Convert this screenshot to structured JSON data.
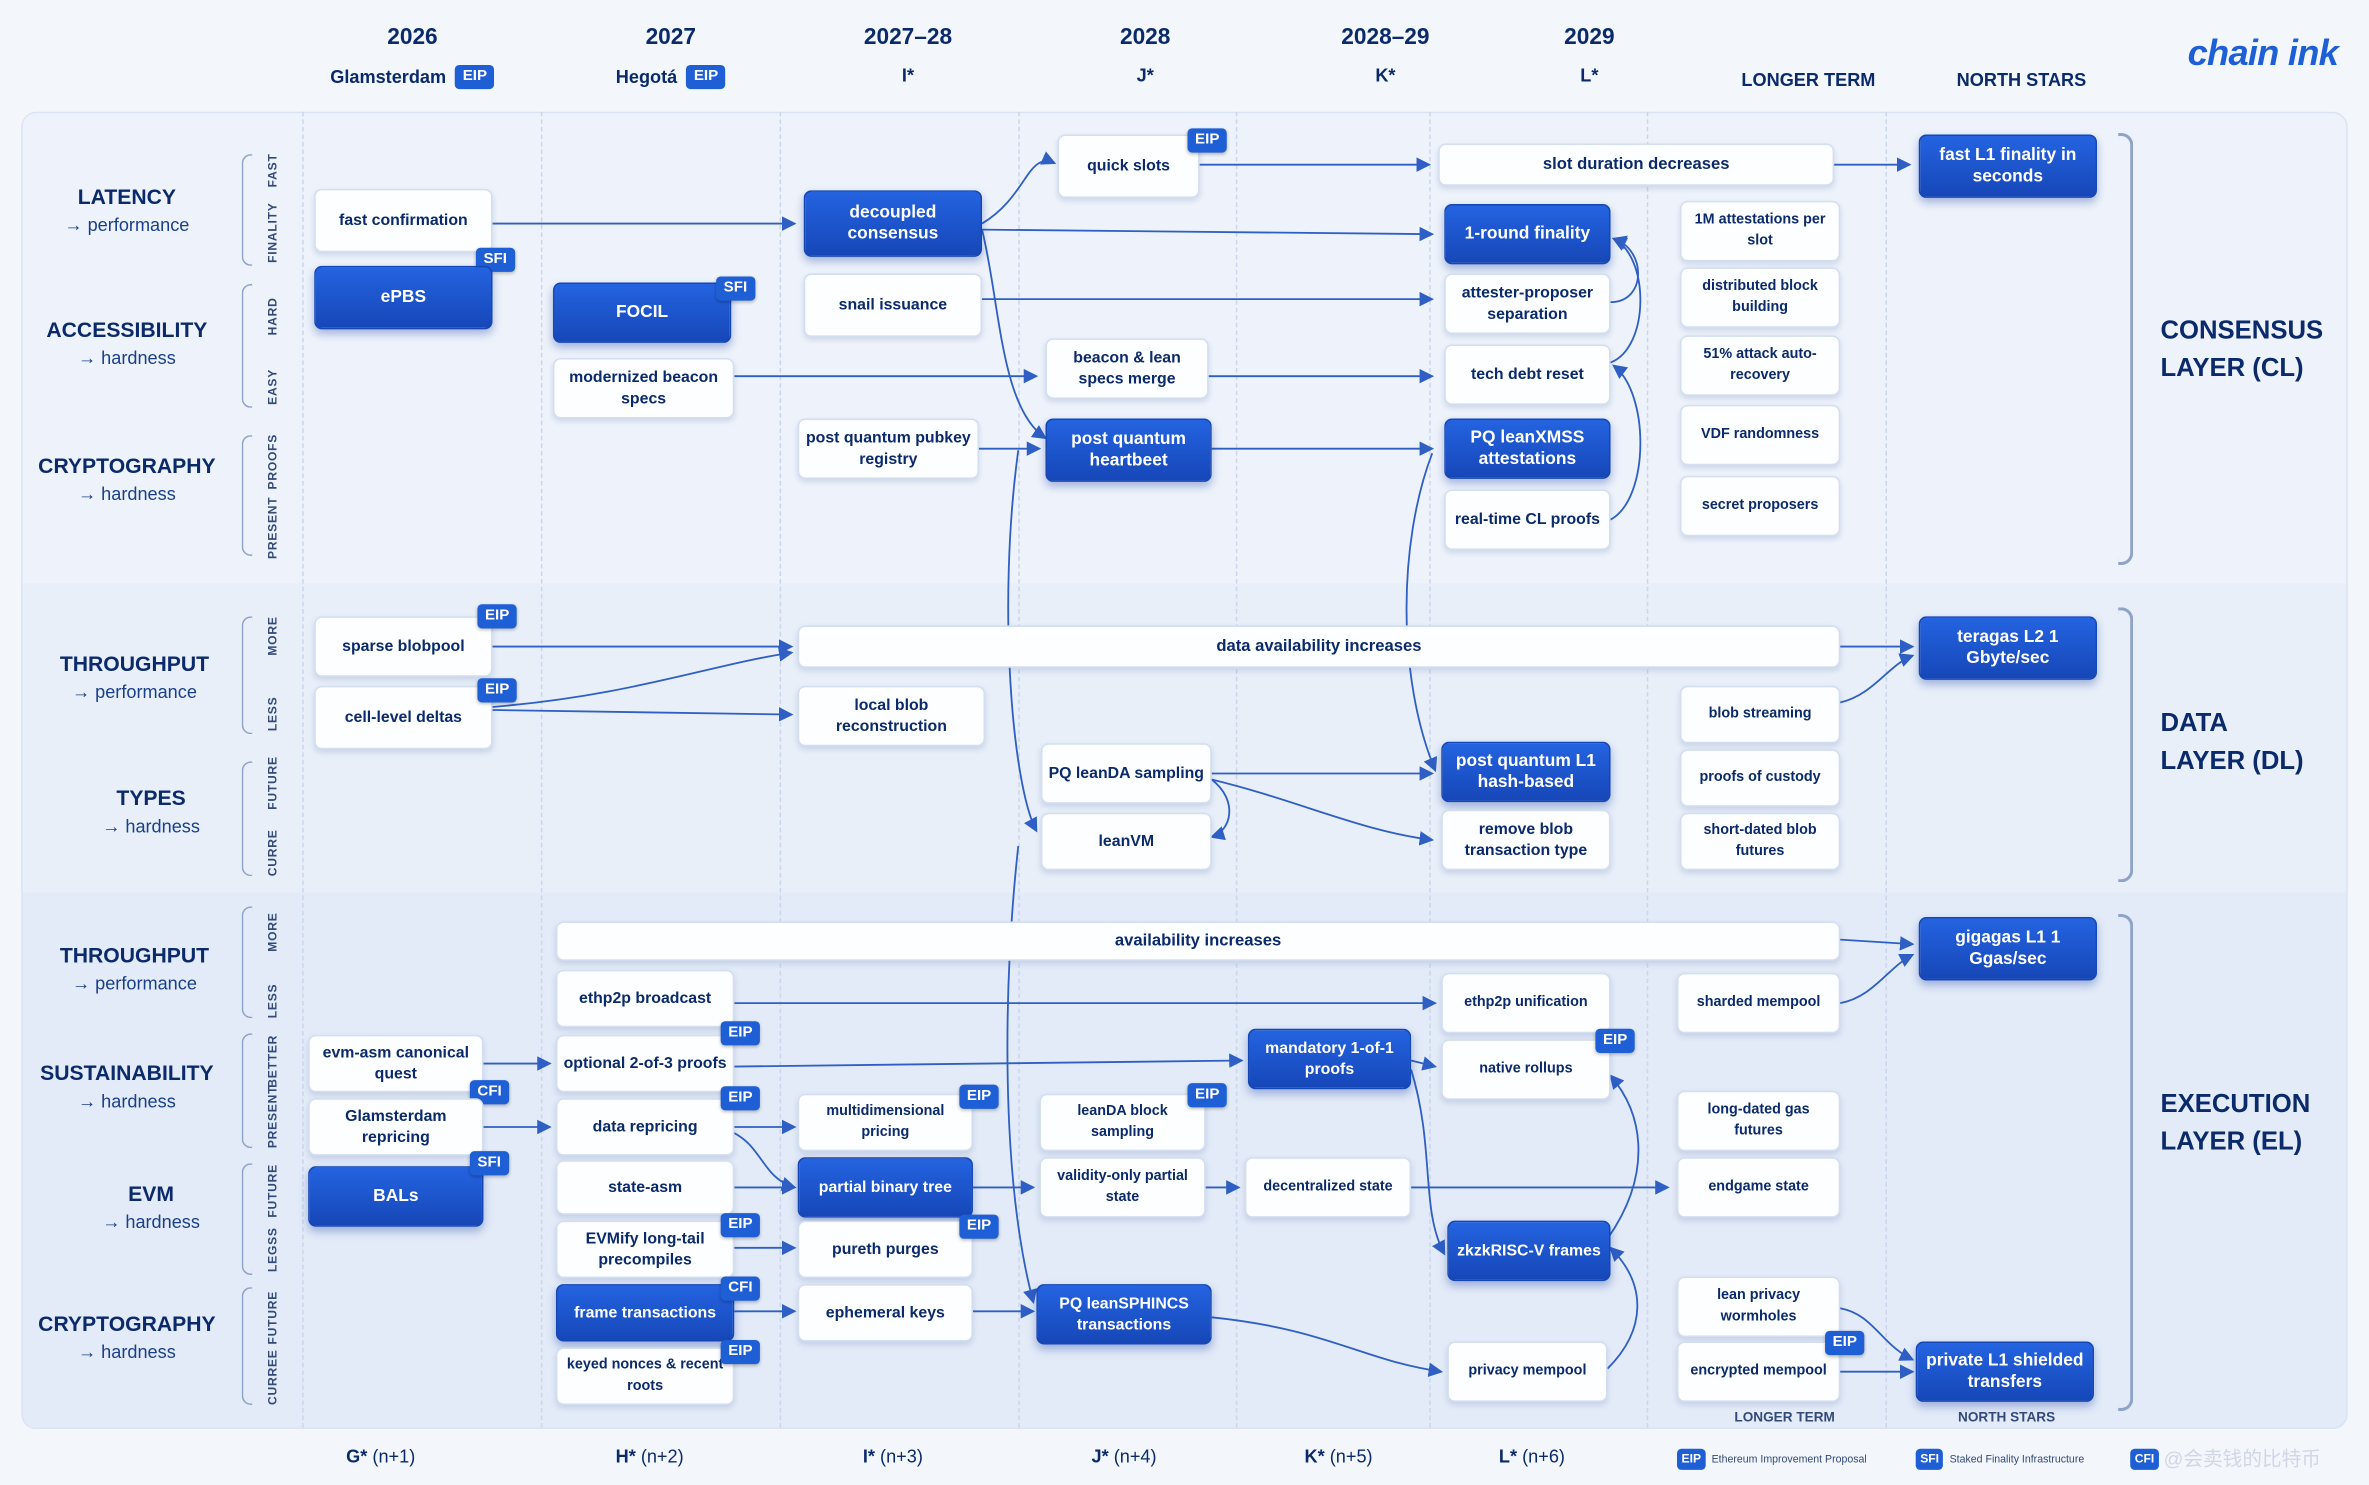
{
  "logo": "chain ink",
  "header": [
    {
      "year": "2026",
      "fork": "Glamsterdam",
      "badge": "EIP"
    },
    {
      "year": "2027",
      "fork": "Hegotá",
      "badge": "EIP"
    },
    {
      "year": "2027–28",
      "fork": "I*",
      "badge": ""
    },
    {
      "year": "2028",
      "fork": "J*",
      "badge": ""
    },
    {
      "year": "2028–29",
      "fork": "K*",
      "badge": ""
    },
    {
      "year": "2029",
      "fork": "L*",
      "badge": ""
    }
  ],
  "header_longer_term": "LONGER TERM",
  "header_north_stars": "NORTH STARS",
  "categories": [
    {
      "title": "LATENCY",
      "sub": "→ performance"
    },
    {
      "title": "ACCESSIBILITY",
      "sub": "→ hardness"
    },
    {
      "title": "CRYPTOGRAPHY",
      "sub": "→ hardness"
    },
    {
      "title": "THROUGHPUT",
      "sub": "→ performance"
    },
    {
      "title": "TYPES",
      "sub": "→ hardness"
    },
    {
      "title": "THROUGHPUT",
      "sub": "→ performance"
    },
    {
      "title": "SUSTAINABILITY",
      "sub": "→ hardness"
    },
    {
      "title": "EVM",
      "sub": "→ hardness"
    },
    {
      "title": "CRYPTOGRAPHY",
      "sub": "→ hardness"
    }
  ],
  "side_labels": [
    "FAST",
    "FINALITY",
    "HARD",
    "EASY",
    "PROOFS",
    "PRESENT",
    "MORE",
    "LESS",
    "FUTURE",
    "CURRE",
    "MORE",
    "LESS",
    "BETTER",
    "PRESENT",
    "FUTURE",
    "LEGSS",
    "FUTURE",
    "CURREE"
  ],
  "layers": [
    {
      "line1": "CONSENSUS",
      "line2": "LAYER (CL)"
    },
    {
      "line1": "DATA",
      "line2": "LAYER (DL)"
    },
    {
      "line1": "EXECUTION",
      "line2": "LAYER (EL)"
    }
  ],
  "boxes": {
    "fast_confirmation": "fast confirmation",
    "epbs": "ePBS",
    "focil": "FOCIL",
    "modernized_beacon": "modernized beacon specs",
    "decoupled": "decoupled consensus",
    "snail": "snail issuance",
    "pq_pubkey": "post quantum pubkey registry",
    "quick_slots": "quick slots",
    "beacon_lean": "beacon & lean specs merge",
    "pq_heartbeet": "post quantum heartbeet",
    "slot_duration": "slot duration decreases",
    "one_round": "1-round finality",
    "attester_proposer": "attester-proposer separation",
    "tech_debt": "tech debt reset",
    "pq_leanxmss": "PQ leanXMSS attestations",
    "realtime_cl": "real-time CL proofs",
    "m_attest": "1M attestations per slot",
    "distributed": "distributed block building",
    "attack51": "51% attack auto-recovery",
    "vdf": "VDF randomness",
    "secret": "secret proposers",
    "fast_l1": "fast L1 finality in seconds",
    "sparse": "sparse blobpool",
    "cell_level": "cell-level deltas",
    "da_increases": "data availability increases",
    "local_blob": "local blob reconstruction",
    "pq_leanda": "PQ leanDA sampling",
    "leanvm": "leanVM",
    "pq_l1_hash": "post quantum L1 hash-based",
    "remove_blob": "remove blob transaction type",
    "blob_streaming": "blob streaming",
    "proofs_custody": "proofs of custody",
    "short_dated": "short-dated blob futures",
    "teragas": "teragas L2 1 Gbyte/sec",
    "avail_increases": "availability increases",
    "ethp2p_broadcast": "ethp2p broadcast",
    "optional_proofs": "optional 2-of-3 proofs",
    "data_repricing": "data repricing",
    "state_asm": "state-asm",
    "evmify": "EVMify long-tail precompiles",
    "frame_tx": "frame transactions",
    "keyed_nonces": "keyed nonces & recent roots",
    "evm_asm": "evm-asm canonical quest",
    "glamsterdam_repricing": "Glamsterdam repricing",
    "bals": "BALs",
    "multidim": "multidimensional pricing",
    "partial_binary": "partial binary tree",
    "pureth": "pureth purges",
    "ephemeral": "ephemeral keys",
    "leanda_block": "leanDA block sampling",
    "validity_only": "validity-only partial state",
    "pq_leansphincs": "PQ leanSPHINCS transactions",
    "mandatory_proofs": "mandatory 1-of-1 proofs",
    "decentralized_state": "decentralized state",
    "ethp2p_unification": "ethp2p unification",
    "native_rollups": "native rollups",
    "zkzkriscv": "zkzkRISC-V frames",
    "privacy_mempool": "privacy mempool",
    "sharded_mempool": "sharded mempool",
    "long_dated": "long-dated gas futures",
    "endgame": "endgame state",
    "lean_privacy": "lean privacy wormholes",
    "encrypted_mempool": "encrypted mempool",
    "gigagas": "gigagas L1 1 Ggas/sec",
    "private_l1": "private L1 shielded transfers"
  },
  "badges": {
    "eip": "EIP",
    "sfi": "SFI",
    "cfi": "CFI"
  },
  "footer": [
    {
      "name": "G*",
      "n": "(n+1)"
    },
    {
      "name": "H*",
      "n": "(n+2)"
    },
    {
      "name": "I*",
      "n": "(n+3)"
    },
    {
      "name": "J*",
      "n": "(n+4)"
    },
    {
      "name": "K*",
      "n": "(n+5)"
    },
    {
      "name": "L*",
      "n": "(n+6)"
    }
  ],
  "footer_longer_term": "LONGER TERM",
  "footer_north_stars": "NORTH STARS",
  "legend": [
    {
      "badge": "EIP",
      "text": "Ethereum Improvement Proposal"
    },
    {
      "badge": "SFI",
      "text": "Staked Finality Infrastructure"
    },
    {
      "badge": "CFI",
      "text": ""
    }
  ],
  "watermark": "@会卖钱的比特币",
  "colors": {
    "accent": "#1f5fd6",
    "dark_box": "#1647b8",
    "text": "#0b2a6b",
    "arrow": "#2f5fc4"
  }
}
